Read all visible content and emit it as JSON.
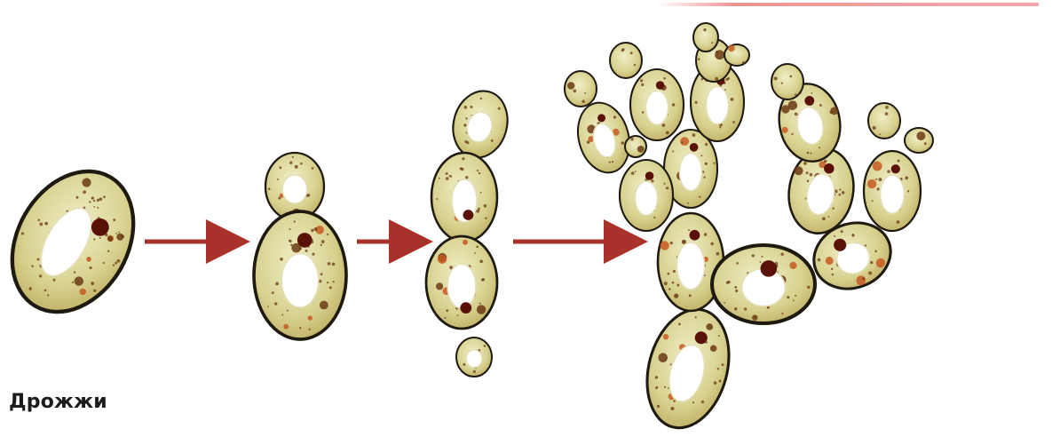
{
  "caption": "Дрожжи",
  "colors": {
    "cell_fill": "#d6d08a",
    "cell_fill_light": "#ecebc0",
    "cell_outline": "#1e1a10",
    "vacuole": "#ffffff",
    "nucleus": "#5a1208",
    "granule_orange": "#c65a22",
    "granule_brown": "#6b3a14",
    "arrow": "#a8312c"
  },
  "stages": [
    "single-cell",
    "budding-cell",
    "cell-chain",
    "branched-colony"
  ]
}
